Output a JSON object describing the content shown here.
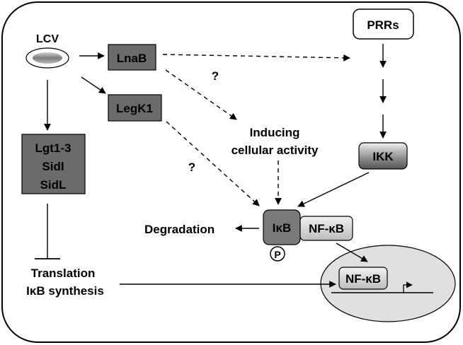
{
  "nodes": {
    "lcv": "LCV",
    "lnab": "LnaB",
    "legk1": "LegK1",
    "lgt_line1": "Lgt1-3",
    "lgt_line2": "SidI",
    "lgt_line3": "SidL",
    "prrs": "PRRs",
    "ikk": "IKK",
    "inducing_line1": "Inducing",
    "inducing_line2": "cellular activity",
    "ikb": "IκB",
    "nfkb": "NF-κB",
    "nfkb_nucleus": "NF-κB",
    "phospho": "P",
    "degradation": "Degradation",
    "translation_line1": "Translation",
    "translation_line2": "IκB synthesis"
  },
  "question_marks": [
    "?",
    "?"
  ],
  "colors": {
    "dark_box": "#6b6b6b",
    "ikb_box": "#7a7a7a",
    "nucleus": "#e0e0e0",
    "stroke": "#000000"
  }
}
